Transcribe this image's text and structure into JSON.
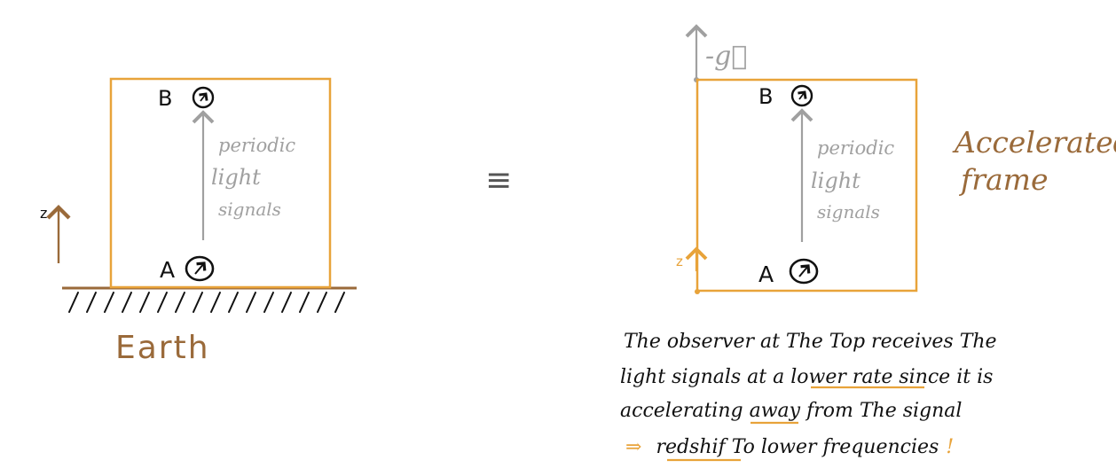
{
  "colors": {
    "orange": "#E8A33A",
    "brown": "#9A6A3A",
    "gray": "#A0A0A0",
    "ink": "#111111"
  },
  "left": {
    "label_b": "B",
    "label_a": "A",
    "signals_line1": "periodic",
    "signals_line2": "light",
    "signals_line3": "signals",
    "z_label": "z",
    "earth_label": "Earth"
  },
  "equivalence": "≡",
  "right": {
    "g_label": "-g⃗",
    "label_b": "B",
    "label_a": "A",
    "signals_line1": "periodic",
    "signals_line2": "light",
    "signals_line3": "signals",
    "z_label": "z",
    "frame_line1": "Accelerated",
    "frame_line2": "frame"
  },
  "explanation": {
    "line1": "The observer at The Top receives The",
    "line2_pre": "light signals at a ",
    "line2_underlined": "lower rate",
    "line2_post": " since it is",
    "line3_pre": "accelerating ",
    "line3_underlined": "away",
    "line3_post": " from The signal",
    "line4_arrow": "⇒",
    "line4_underlined": "redshif",
    "line4_post": " To lower frequencies",
    "line4_excl": "!"
  }
}
